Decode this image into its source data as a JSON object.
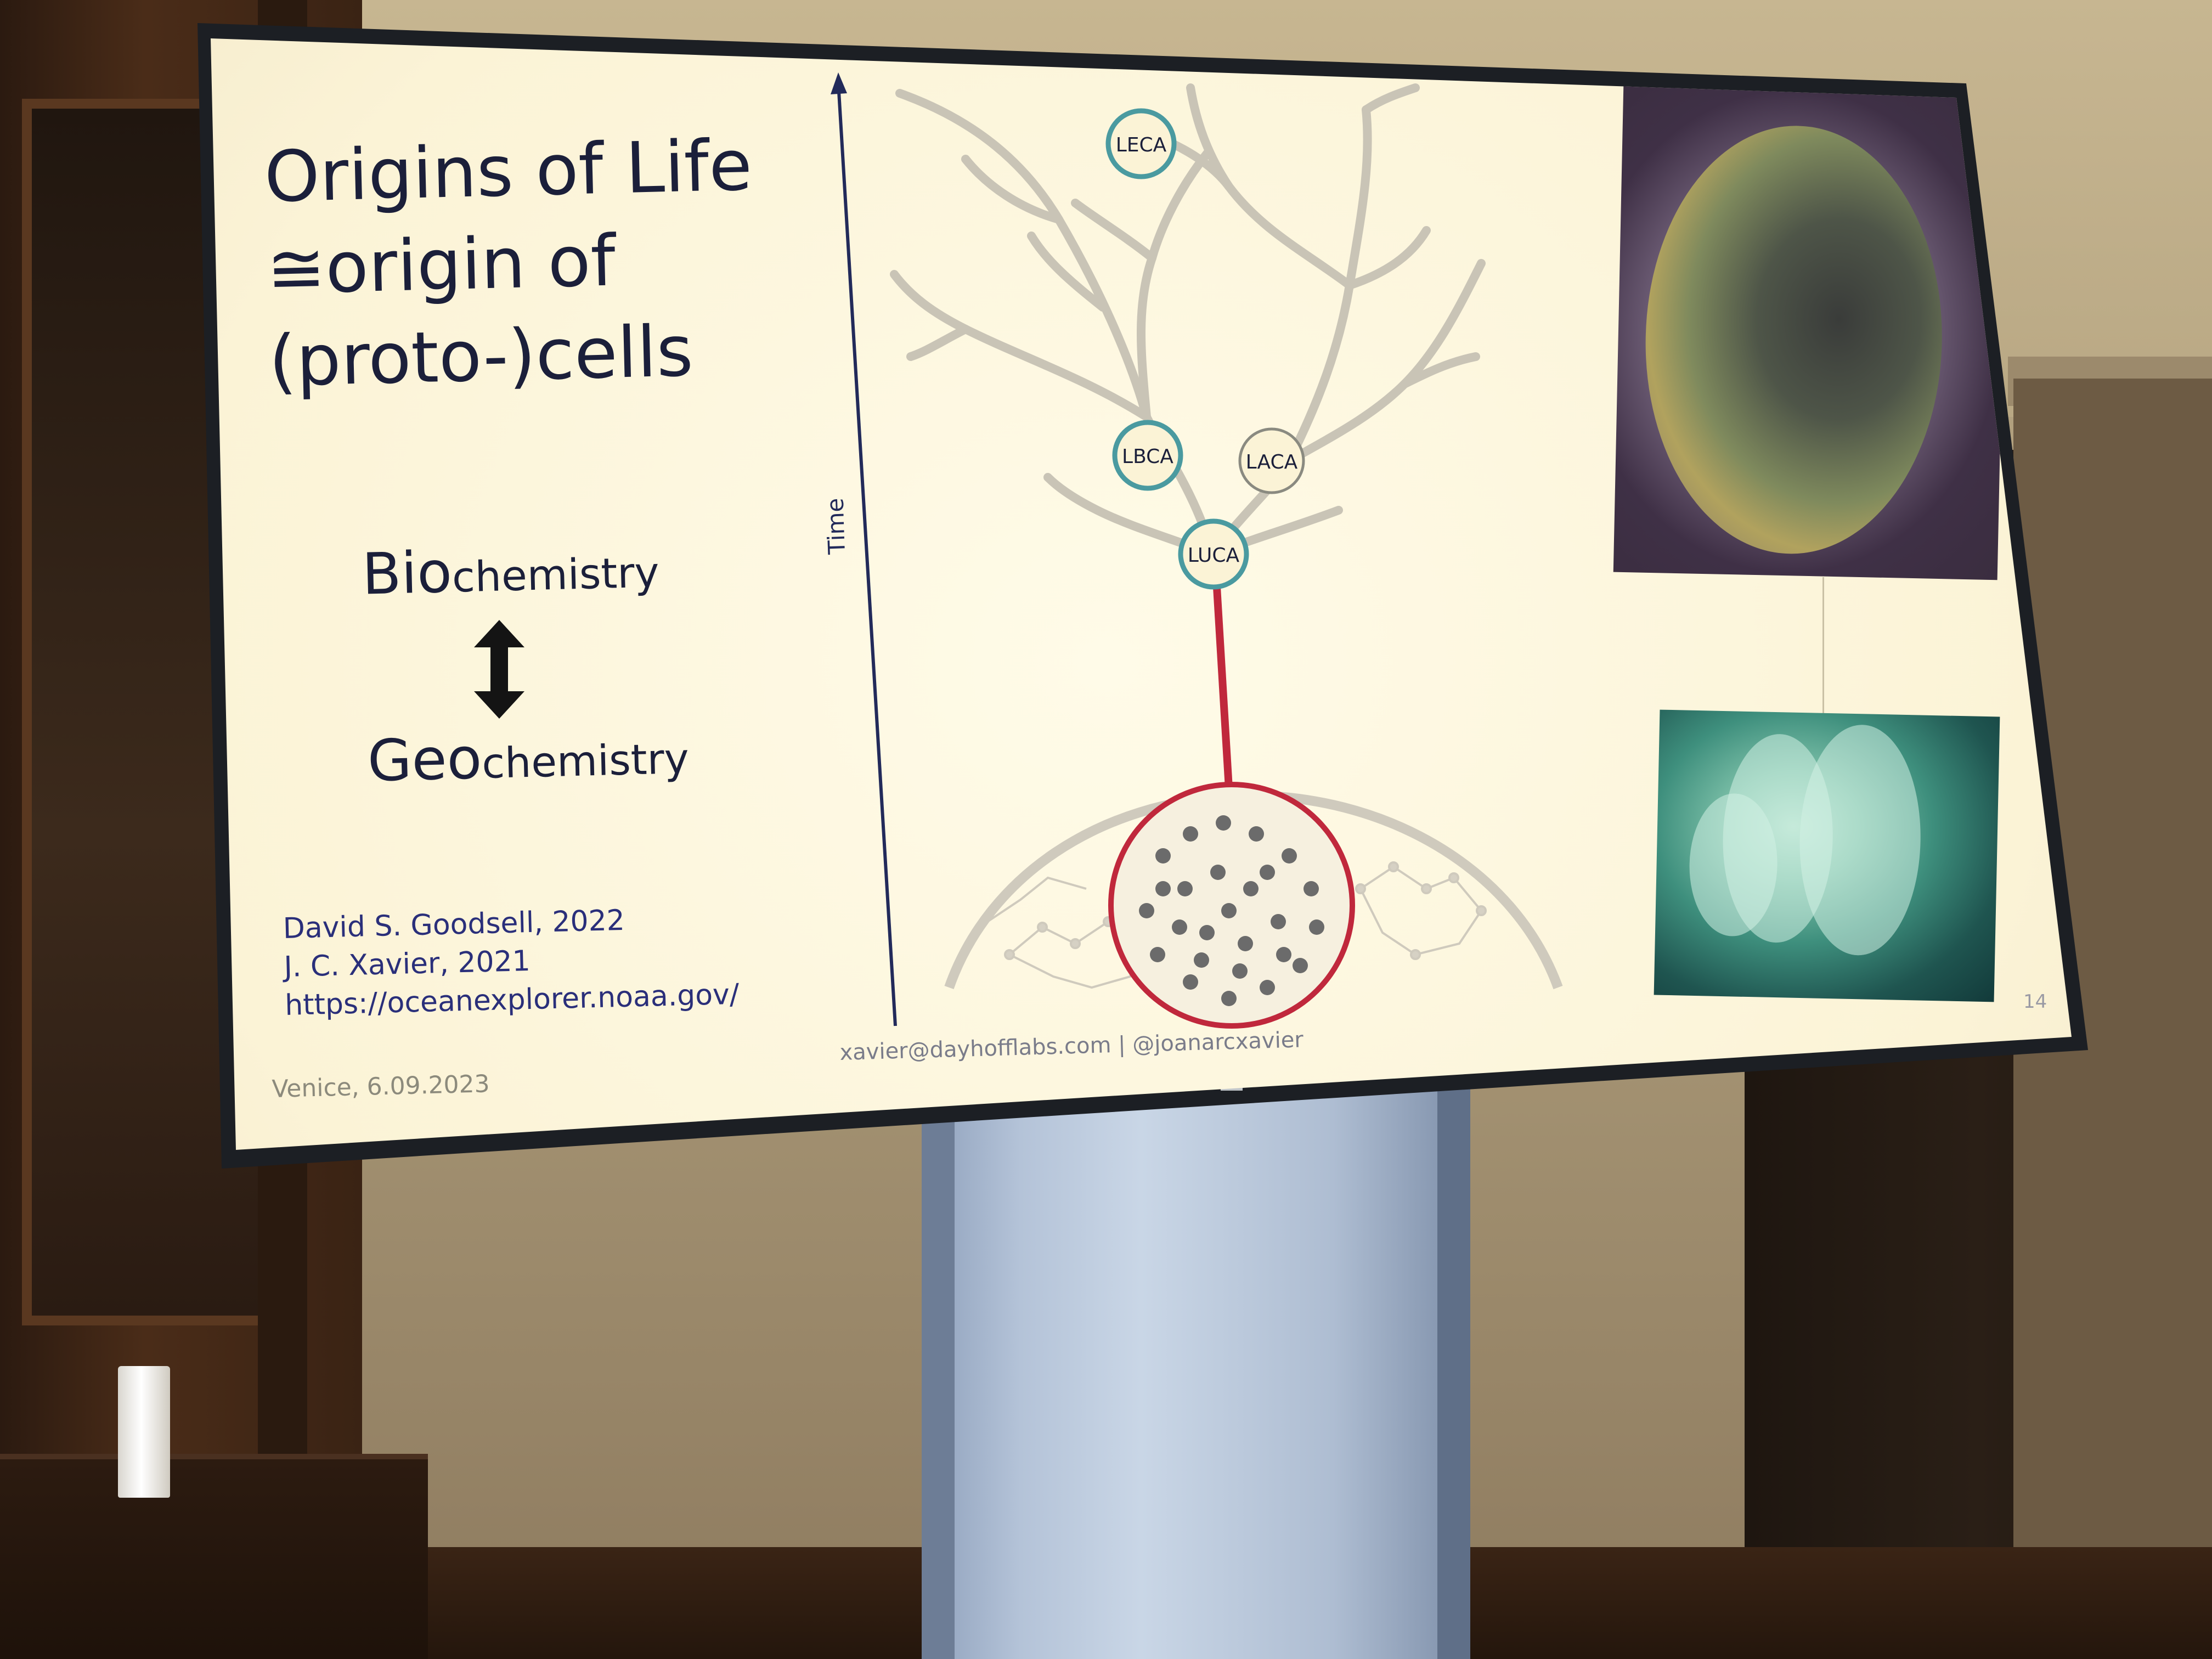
{
  "slide": {
    "title_lines": [
      "Origins of Life",
      "≅origin of",
      "(proto-)cells"
    ],
    "bio": {
      "bold": "Bio",
      "rest": "chemistry"
    },
    "geo": {
      "bold": "Geo",
      "rest": "chemistry"
    },
    "credits": [
      "David S. Goodsell, 2022",
      "J. C. Xavier, 2021",
      "https://oceanexplorer.noaa.gov/"
    ],
    "venue_date": "Venice, 6.09.2023",
    "footer": "xavier@dayhofflabs.com | @joanarcxavier",
    "page_number": "14",
    "diagram": {
      "axis_label": "Time",
      "nodes": [
        "LECA",
        "LBCA",
        "LACA",
        "LUCA"
      ]
    },
    "colors": {
      "title_text": "#1b1f3a",
      "credit_text": "#2a2f7a",
      "node_ring": "#4a9aa0",
      "luca_line": "#c0283c",
      "slide_background": "#fbf3d6"
    }
  },
  "monitor": {
    "brand_mark": "philips-logo"
  }
}
